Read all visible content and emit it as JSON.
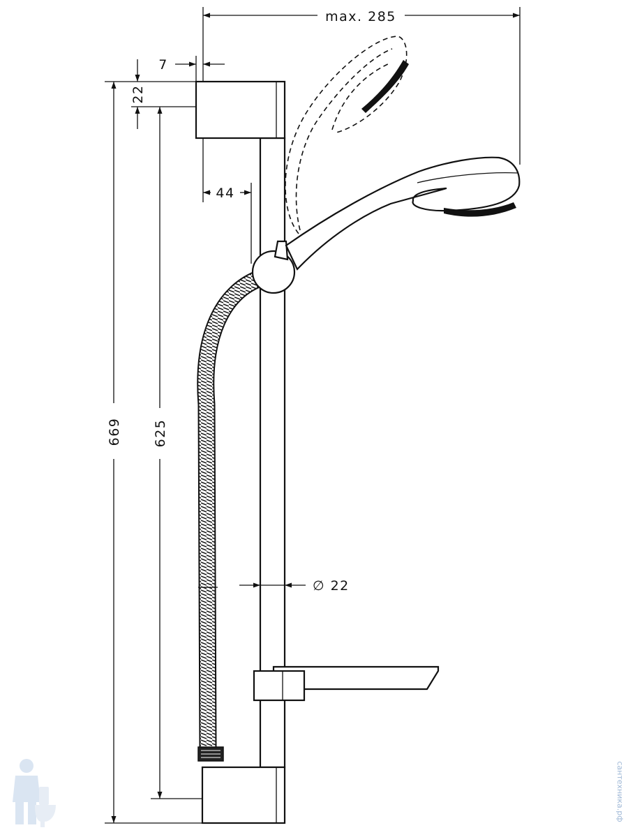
{
  "dimensions": {
    "max_reach": "max. 285",
    "wall_offset": "7",
    "bracket_height": "22",
    "holder_distance": "44",
    "total_height": "669",
    "bracket_spacing": "625",
    "rail_diameter": "∅ 22"
  },
  "watermark": {
    "text": "сантехника.рф"
  }
}
